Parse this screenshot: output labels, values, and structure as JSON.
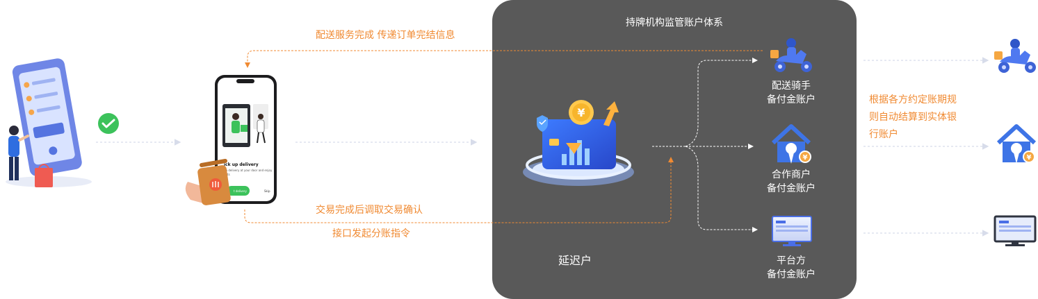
{
  "panel_title": "持牌机构监管账户体系",
  "flow": {
    "top_note": "配送服务完成 传递订单完结信息",
    "bottom_note_1": "交易完成后调取交易确认",
    "bottom_note_2": "接口发起分账指令",
    "delayed_account": "延迟户",
    "settlement_note": [
      "根据各方约定账期规",
      "则自动结算到实体银",
      "行账户"
    ]
  },
  "phone": {
    "card_title": "ick up delivery",
    "card_text_1": "up delivery at your door and enjoy",
    "card_text_2": "ents",
    "button_label": "t delivery",
    "skip_label": "Skip"
  },
  "accounts": [
    {
      "line1": "配送骑手",
      "line2": "备付金账户",
      "icon": "rider-icon"
    },
    {
      "line1": "合作商户",
      "line2": "备付金账户",
      "icon": "merchant-home-icon"
    },
    {
      "line1": "平台方",
      "line2": "备付金账户",
      "icon": "platform-monitor-icon"
    }
  ],
  "colors": {
    "panel_bg": "#595959",
    "accent_orange": "#f08a32",
    "brand_blue": "#2f6de0",
    "wechat_green": "#3cc25b"
  }
}
